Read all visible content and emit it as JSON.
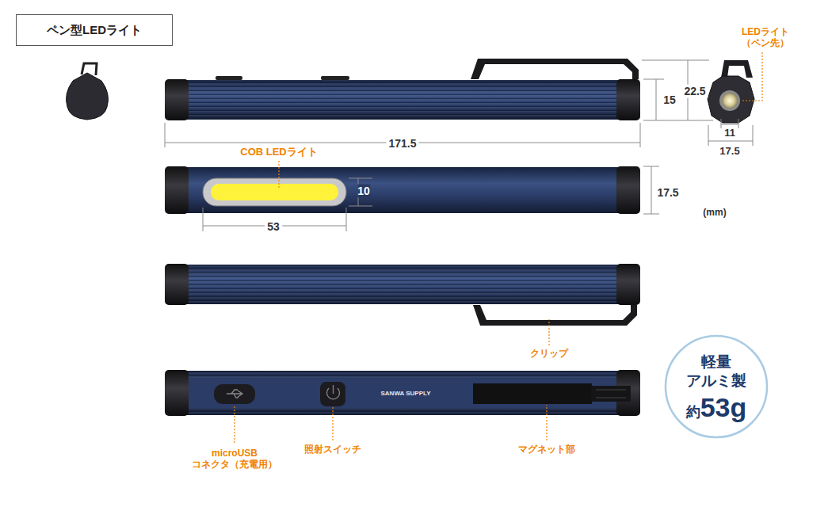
{
  "diagram": {
    "title": "ペン型LEDライト",
    "nodes": [
      {
        "text": [
          "軽量 アルミ製",
          "約",
          "53g"
        ]
      }
    ],
    "labels": [
      "LEDライト （ペン先）",
      "22.5",
      "15",
      "11",
      "17.5",
      "171.5",
      "COB LEDライト",
      "10",
      "17.5",
      "53",
      "(mm)",
      "クリップ",
      "SANWA SUPPLY",
      "microUSB コネクタ（充電用）",
      "照射スイッチ",
      "マグネット部"
    ]
  }
}
